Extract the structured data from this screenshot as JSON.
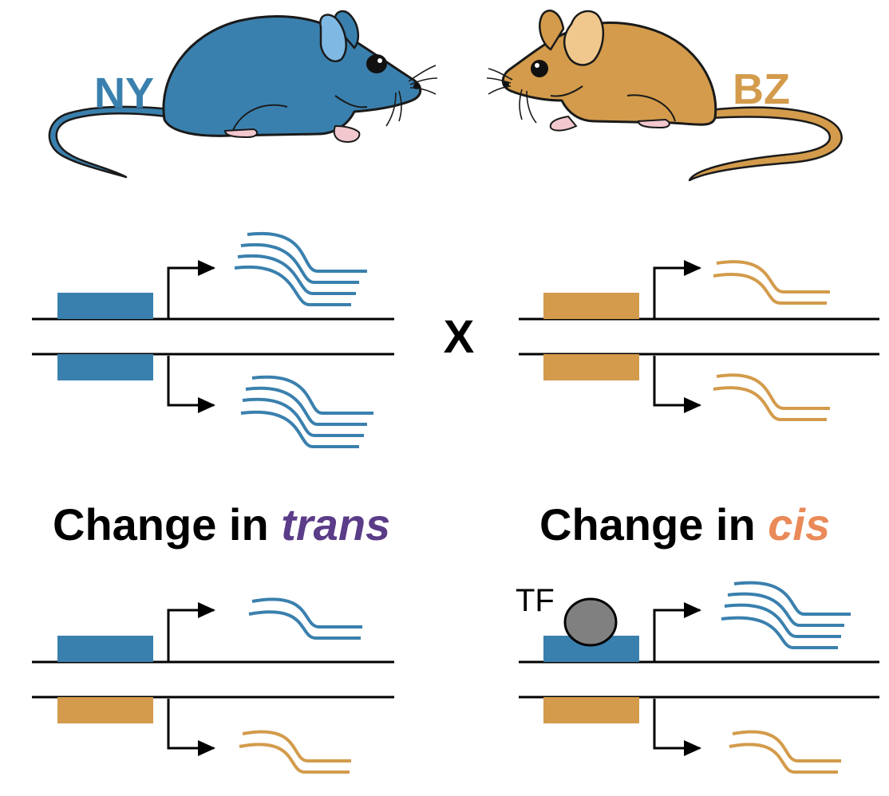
{
  "strains": {
    "left": {
      "label": "NY",
      "color": "#3A80AE"
    },
    "right": {
      "label": "BZ",
      "color": "#D39B4B"
    }
  },
  "cross_symbol": "X",
  "panels": {
    "trans": {
      "prefix": "Change in ",
      "emphasis": "trans",
      "emphasis_color": "#5B3C88"
    },
    "cis": {
      "prefix": "Change in ",
      "emphasis": "cis",
      "emphasis_color": "#E98A58"
    }
  },
  "tf_label": "TF",
  "colors": {
    "ny_blue": "#3A80AE",
    "bz_orange": "#D39B4B",
    "ear_blue": "#7FB9E3",
    "ear_orange": "#F0C88E",
    "paw_pink": "#F2C8CE",
    "tf_gray": "#808080"
  }
}
